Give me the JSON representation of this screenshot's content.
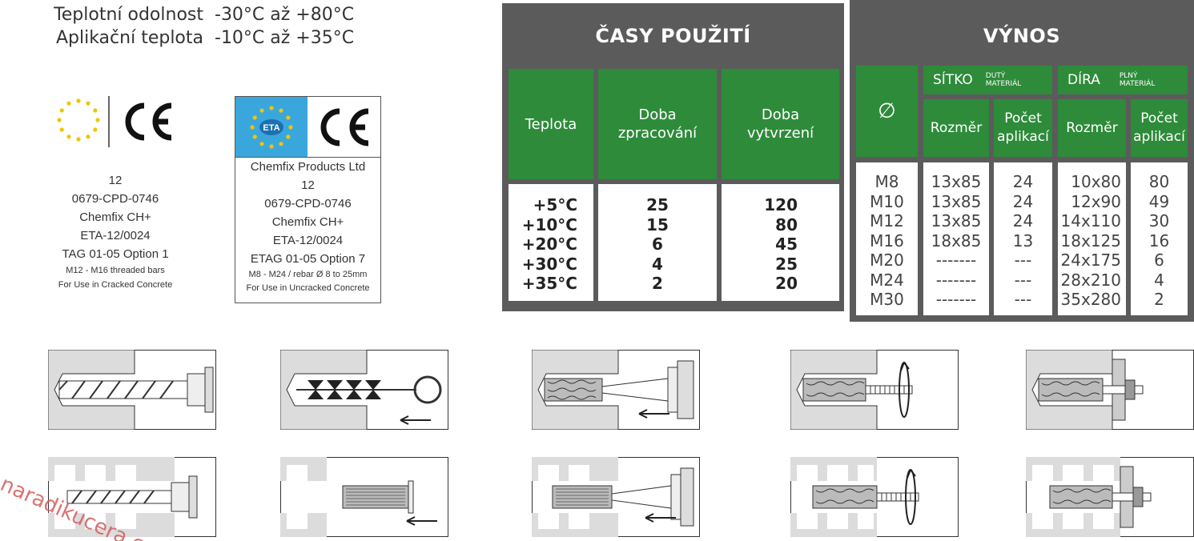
{
  "temperatures": {
    "resistance_label": "Teplotní odolnost",
    "resistance_value": "-30°C až +80°C",
    "application_label": "Aplikační teplota",
    "application_value": "-10°C až +35°C"
  },
  "cert_left": {
    "lines": [
      "12",
      "0679-CPD-0746",
      "Chemfix CH+",
      "ETA-12/0024",
      "TAG 01-05 Option 1"
    ],
    "small": [
      "M12 - M16 threaded bars",
      "For Use in Cracked Concrete"
    ]
  },
  "cert_right": {
    "eta_label": "ETA",
    "lines": [
      "Chemfix Products Ltd",
      "12",
      "0679-CPD-0746",
      "Chemfix CH+",
      "ETA-12/0024",
      "ETAG 01-05 Option 7"
    ],
    "small": [
      "M8 - M24 / rebar Ø 8 to 25mm",
      "For Use in Uncracked Concrete"
    ]
  },
  "times_table": {
    "title": "ČASY POUŽITÍ",
    "headers": [
      "Teplota",
      "Doba zpracování",
      "Doba vytvrzení"
    ],
    "rows": [
      [
        "+5°C",
        "25",
        "120"
      ],
      [
        "+10°C",
        "15",
        "80"
      ],
      [
        "+20°C",
        "6",
        "45"
      ],
      [
        "+30°C",
        "4",
        "25"
      ],
      [
        "+35°C",
        "2",
        "20"
      ]
    ]
  },
  "yield_table": {
    "title": "VÝNOS",
    "diameter_symbol": "∅",
    "group1": "SÍTKO",
    "group1_sub": [
      "DUTÝ",
      "MATERIÁL"
    ],
    "group2": "DÍRA",
    "group2_sub": [
      "PLNÝ",
      "MATERIÁL"
    ],
    "col_size": "Rozměr",
    "col_count": "Počet aplikací",
    "rows": [
      [
        "M8",
        "13x85",
        "24",
        "10x80",
        "80"
      ],
      [
        "M10",
        "13x85",
        "24",
        "12x90",
        "49"
      ],
      [
        "M12",
        "13x85",
        "24",
        "14x110",
        "30"
      ],
      [
        "M16",
        "18x85",
        "13",
        "18x125",
        "16"
      ],
      [
        "M20",
        "-------",
        "---",
        "24x175",
        "6"
      ],
      [
        "M24",
        "-------",
        "---",
        "28x210",
        "4"
      ],
      [
        "M30",
        "-------",
        "---",
        "35x280",
        "2"
      ]
    ]
  },
  "watermark": "naradikucera.cz",
  "colors": {
    "panel": "#5b5b5b",
    "green": "#2e8b3a",
    "eta_blue": "#3aa7dc"
  }
}
